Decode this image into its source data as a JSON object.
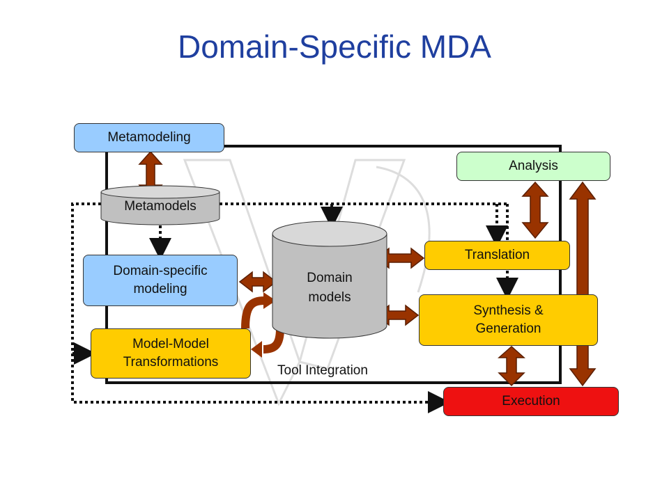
{
  "title": "Domain-Specific MDA",
  "boxes": {
    "metamodeling": "Metamodeling",
    "metamodels": "Metamodels",
    "domain_specific_modeling": "Domain-specific modeling",
    "model_model_transformations": "Model-Model Transformations",
    "domain_models": "Domain models",
    "tool_integration": "Tool Integration",
    "analysis": "Analysis",
    "translation": "Translation",
    "synthesis_generation": "Synthesis & Generation",
    "execution": "Execution"
  },
  "colors": {
    "title": "#1f3f9f",
    "metamodeling": "#99ccff",
    "domain_specific_modeling": "#99ccff",
    "model_transformations": "#ffcc00",
    "translation": "#ffcc00",
    "synthesis": "#ffcc00",
    "analysis": "#ccffcc",
    "execution": "#ee1111",
    "arrow_fill": "#993300",
    "cylinder": "#c0c0c0"
  }
}
